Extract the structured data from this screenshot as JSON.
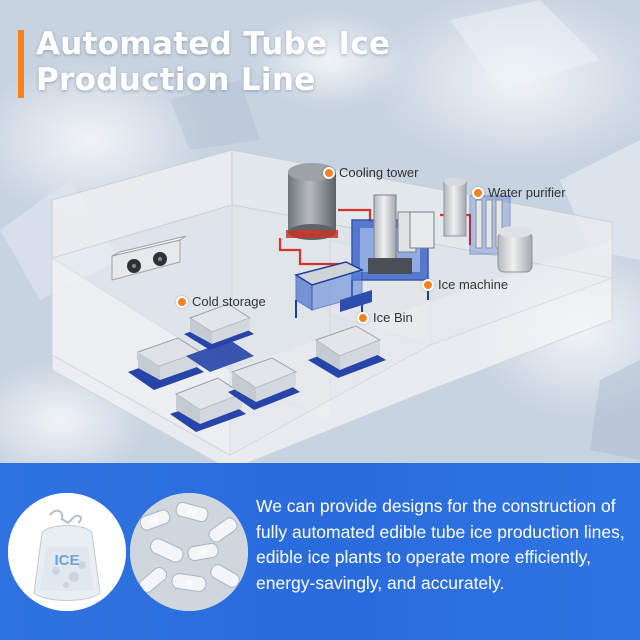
{
  "header": {
    "title_line1": "Automated Tube Ice",
    "title_line2": "Production Line",
    "accent_color": "#f58220"
  },
  "diagram": {
    "labels": {
      "cooling_tower": "Cooling tower",
      "water_purifier": "Water purifier",
      "ice_machine": "Ice machine",
      "cold_storage": "Cold storage",
      "ice_bin": "Ice Bin"
    },
    "marker_color": "#f58220"
  },
  "footer": {
    "bag_text": "ICE",
    "description": "We can provide designs for the construction of fully automated edible tube ice production lines, edible ice plants to operate more efficiently, energy-savingly, and accurately.",
    "background_color": "#2a6bdc"
  }
}
